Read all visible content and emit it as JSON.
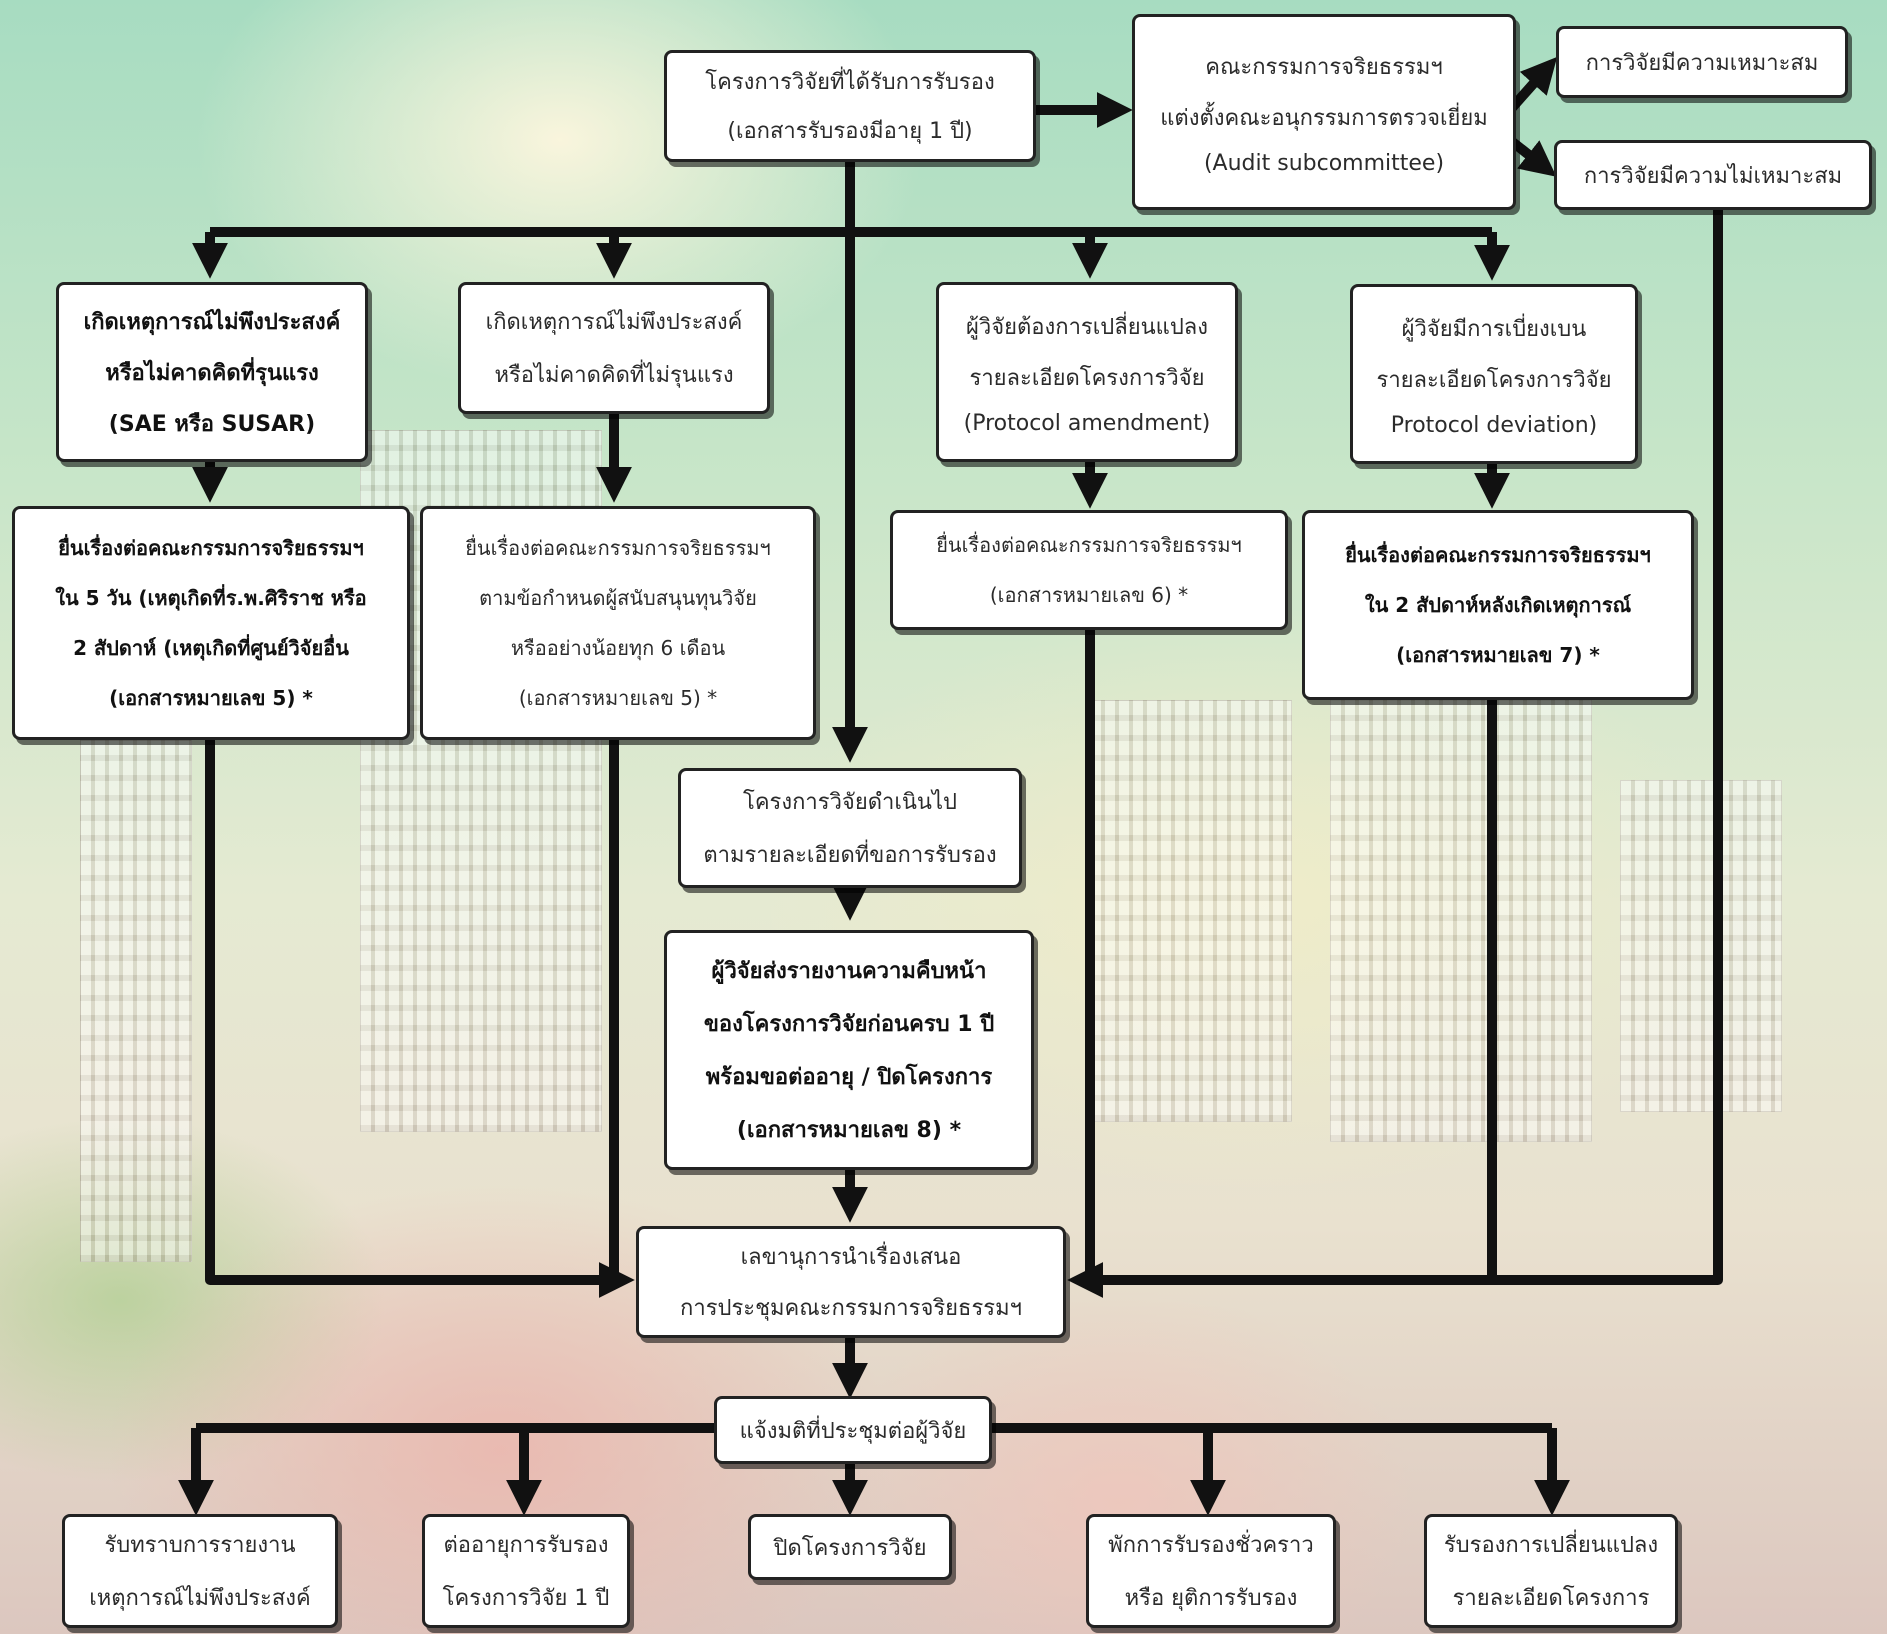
{
  "top": {
    "approved_project": [
      "โครงการวิจัยที่ได้รับการรับรอง",
      "(เอกสารรับรองมีอายุ 1 ปี)"
    ],
    "audit": [
      "คณะกรรมการจริยธรรมฯ",
      "แต่งตั้งคณะอนุกรรมการตรวจเยี่ยม",
      "(Audit subcommittee)"
    ],
    "appropriate": "การวิจัยมีความเหมาะสม",
    "inappropriate": "การวิจัยมีความไม่เหมาะสม"
  },
  "events": {
    "sae": [
      "เกิดเหตุการณ์ไม่พึงประสงค์",
      "หรือไม่คาดคิดที่รุนแรง",
      "(SAE หรือ SUSAR)"
    ],
    "non_sae": [
      "เกิดเหตุการณ์ไม่พึงประสงค์",
      "หรือไม่คาดคิดที่ไม่รุนแรง"
    ],
    "amendment": [
      "ผู้วิจัยต้องการเปลี่ยนแปลง",
      "รายละเอียดโครงการวิจัย",
      "(Protocol amendment)"
    ],
    "deviation": [
      "ผู้วิจัยมีการเบี่ยงเบน",
      "รายละเอียดโครงการวิจัย",
      "Protocol deviation)"
    ]
  },
  "submissions": {
    "sae": [
      "ยื่นเรื่องต่อคณะกรรมการจริยธรรมฯ",
      "ใน 5 วัน (เหตุเกิดที่ร.พ.ศิริราช หรือ",
      "2 สัปดาห์ (เหตุเกิดที่ศูนย์วิจัยอื่น",
      "(เอกสารหมายเลข 5) *"
    ],
    "non_sae": [
      "ยื่นเรื่องต่อคณะกรรมการจริยธรรมฯ",
      "ตามข้อกำหนดผู้สนับสนุนทุนวิจัย",
      "หรืออย่างน้อยทุก 6 เดือน",
      "(เอกสารหมายเลข 5) *"
    ],
    "amendment": [
      "ยื่นเรื่องต่อคณะกรรมการจริยธรรมฯ",
      "(เอกสารหมายเลข 6) *"
    ],
    "deviation": [
      "ยื่นเรื่องต่อคณะกรรมการจริยธรรมฯ",
      "ใน 2 สัปดาห์หลังเกิดเหตุการณ์",
      "(เอกสารหมายเลข 7) *"
    ]
  },
  "center": {
    "ongoing": [
      "โครงการวิจัยดำเนินไป",
      "ตามรายละเอียดที่ขอการรับรอง"
    ],
    "progress": [
      "ผู้วิจัยส่งรายงานความคืบหน้า",
      "ของโครงการวิจัยก่อนครบ 1 ปี",
      "พร้อมขอต่ออายุ / ปิดโครงการ",
      "(เอกสารหมายเลข 8) *"
    ],
    "secretary": [
      "เลขานุการนำเรื่องเสนอ",
      "การประชุมคณะกรรมการจริยธรรมฯ"
    ],
    "notify": "แจ้งมติที่ประชุมต่อผู้วิจัย"
  },
  "outcomes": {
    "acknowledge": [
      "รับทราบการรายงาน",
      "เหตุการณ์ไม่พึงประสงค์"
    ],
    "extend": [
      "ต่ออายุการรับรอง",
      "โครงการวิจัย 1 ปี"
    ],
    "close": "ปิดโครงการวิจัย",
    "suspend": [
      "พักการรับรองชั่วคราว",
      "หรือ ยุติการรับรอง"
    ],
    "approve_changes": [
      "รับรองการเปลี่ยนแปลง",
      "รายละเอียดโครงการ"
    ]
  }
}
